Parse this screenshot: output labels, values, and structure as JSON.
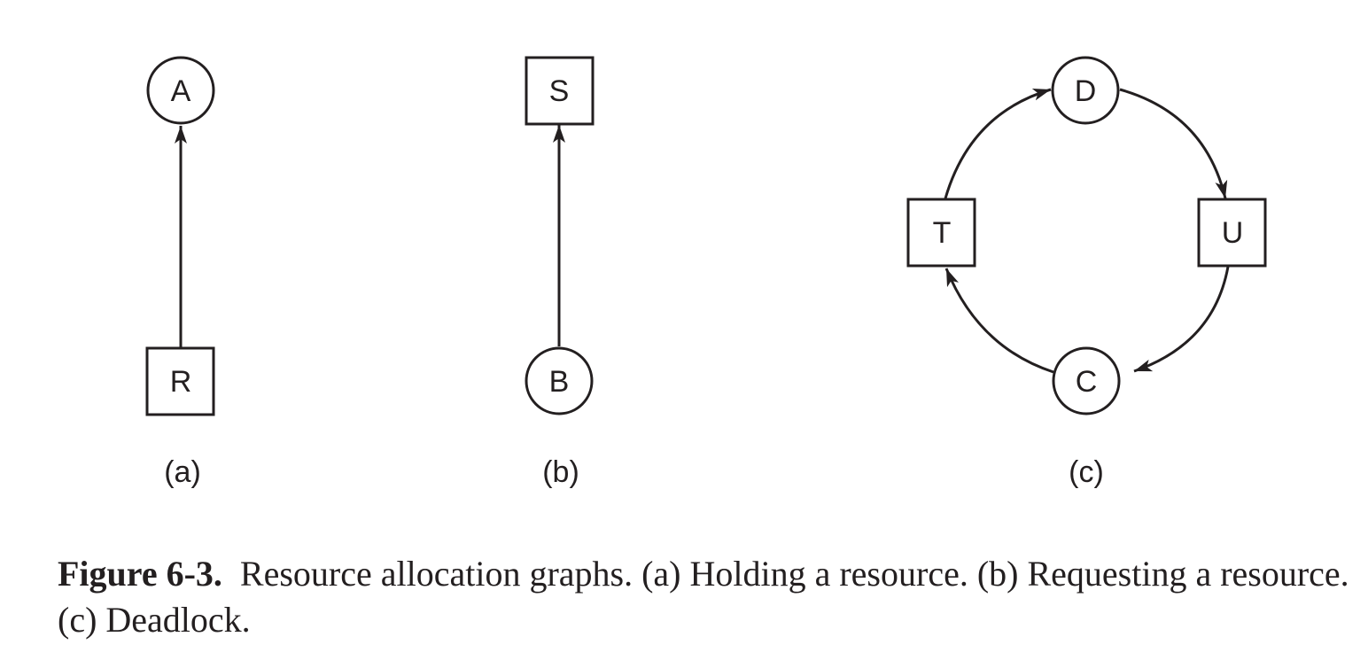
{
  "panels": [
    {
      "label": "(a)",
      "nodes": [
        {
          "id": "A",
          "kind": "process",
          "shape": "circle",
          "text": "A"
        },
        {
          "id": "R",
          "kind": "resource",
          "shape": "square",
          "text": "R"
        }
      ],
      "edges": [
        {
          "from": "R",
          "to": "A"
        }
      ]
    },
    {
      "label": "(b)",
      "nodes": [
        {
          "id": "S",
          "kind": "resource",
          "shape": "square",
          "text": "S"
        },
        {
          "id": "B",
          "kind": "process",
          "shape": "circle",
          "text": "B"
        }
      ],
      "edges": [
        {
          "from": "B",
          "to": "S"
        }
      ]
    },
    {
      "label": "(c)",
      "nodes": [
        {
          "id": "D",
          "kind": "process",
          "shape": "circle",
          "text": "D"
        },
        {
          "id": "T",
          "kind": "resource",
          "shape": "square",
          "text": "T"
        },
        {
          "id": "U",
          "kind": "resource",
          "shape": "square",
          "text": "U"
        },
        {
          "id": "C",
          "kind": "process",
          "shape": "circle",
          "text": "C"
        }
      ],
      "edges": [
        {
          "from": "T",
          "to": "D"
        },
        {
          "from": "D",
          "to": "U"
        },
        {
          "from": "U",
          "to": "C"
        },
        {
          "from": "C",
          "to": "T"
        }
      ]
    }
  ],
  "caption": {
    "figure_number": "Figure 6-3.",
    "text": "Resource allocation graphs.  (a) Holding a resource.  (b) Requesting a resource.  (c) Deadlock."
  },
  "colors": {
    "ink": "#231f20",
    "background": "#ffffff"
  }
}
